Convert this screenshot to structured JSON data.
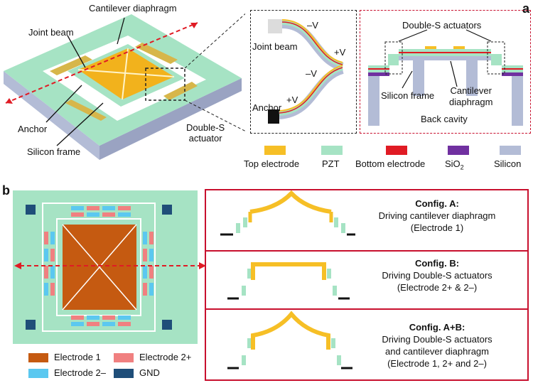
{
  "panel_a": {
    "letter": "a",
    "device_labels": {
      "cantilever_diaphragm": "Cantilever diaphragm",
      "joint_beam": "Joint beam",
      "anchor": "Anchor",
      "silicon_frame": "Silicon frame",
      "double_s_line1": "Double-S",
      "double_s_line2": "actuator"
    },
    "zoom": {
      "joint_beam": "Joint beam",
      "anchor": "Anchor",
      "minus_v_1": "–V",
      "plus_v_1": "+V",
      "minus_v_2": "–V",
      "plus_v_2": "+V"
    },
    "cross_section": {
      "double_s_actuators": "Double-S actuators",
      "silicon_frame": "Silicon frame",
      "cantilever_line1": "Cantilever",
      "cantilever_line2": "diaphragm",
      "back_cavity": "Back cavity"
    },
    "legend": [
      {
        "label": "Top electrode",
        "color": "#f6bf26"
      },
      {
        "label": "PZT",
        "color": "#a6e3c4"
      },
      {
        "label": "Bottom electrode",
        "color": "#e01b24"
      },
      {
        "label": "SiO",
        "sub": "2",
        "color": "#7030a0"
      },
      {
        "label": "Silicon",
        "color": "#b3bcd6"
      }
    ]
  },
  "panel_b": {
    "letter": "b",
    "legend": [
      {
        "label": "Electrode 1",
        "color": "#c55a11"
      },
      {
        "label": "Electrode 2+",
        "color": "#f08080"
      },
      {
        "label": "Electrode 2–",
        "color": "#5bc8f0"
      },
      {
        "label": "GND",
        "color": "#1f4e79"
      }
    ],
    "configs": [
      {
        "title": "Config. A:",
        "desc1": "Driving cantilever diaphragm",
        "desc2": "(Electrode 1)",
        "desc3": ""
      },
      {
        "title": "Config. B:",
        "desc1": "Driving Double-S actuators",
        "desc2": "(Electrode 2+ & 2–)",
        "desc3": ""
      },
      {
        "title": "Config. A+B:",
        "desc1": "Driving Double-S actuators",
        "desc2": "and cantilever diaphragm",
        "desc3": "(Electrode 1, 2+ and 2–)"
      }
    ]
  },
  "colors": {
    "accent_red": "#c8102e",
    "pzt": "#a6e3c4",
    "top_electrode": "#f6bf26",
    "silicon": "#b3bcd6",
    "electrode1": "#c55a11"
  }
}
